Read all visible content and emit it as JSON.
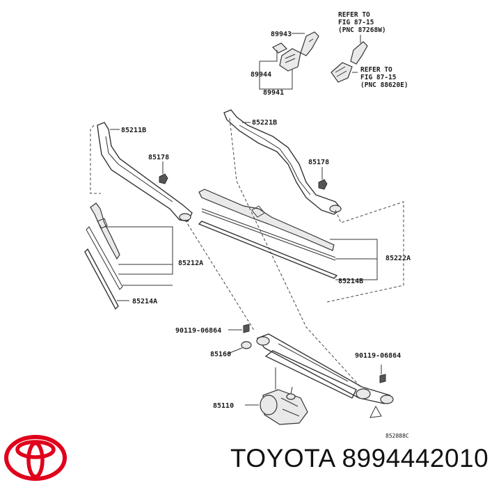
{
  "diagram": {
    "labels": {
      "p89943": "89943",
      "p89944": "89944",
      "p89941": "89941",
      "p85211B": "85211B",
      "p85221B": "85221B",
      "p85178_left": "85178",
      "p85178_right": "85178",
      "p85212A": "85212A",
      "p85222A": "85222A",
      "p85214B": "85214B",
      "p85214A": "85214A",
      "p90119_left": "90119-06864",
      "p90119_right": "90119-06864",
      "p85160": "85160",
      "p85110": "85110"
    },
    "refer_top": [
      "REFER TO",
      "FIG 87-15",
      "(PNC 87268W)"
    ],
    "refer_mid": [
      "REFER TO",
      "FIG 87-15",
      "(PNC 88620E)"
    ],
    "figure_code": "852888C"
  },
  "brand": {
    "name": "TOYOTA",
    "part_number": "8994442010",
    "caption": "TOYOTA 8994442010",
    "logo_color": "#e0001b"
  }
}
